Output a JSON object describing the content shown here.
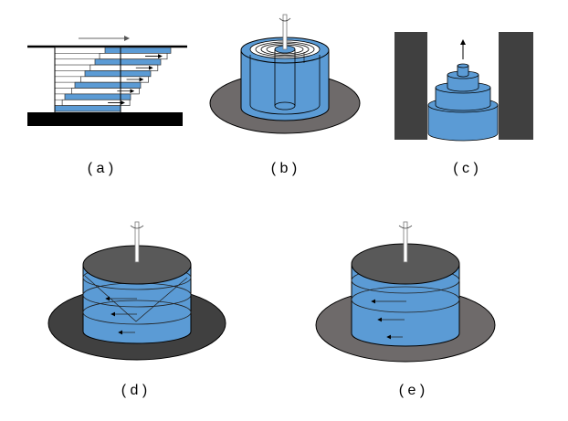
{
  "figure": {
    "panels": [
      {
        "id": "a",
        "label": "( a )",
        "description": "layered strips sheared between top plate and bottom base"
      },
      {
        "id": "b",
        "label": "( b )",
        "description": "concentric cylinders with rotating inner rod"
      },
      {
        "id": "c",
        "label": "( c )",
        "description": "stepped stack extruded upward between two walls"
      },
      {
        "id": "d",
        "label": "( d )",
        "description": "rotating plate over fluid cylinder with cone profile"
      },
      {
        "id": "e",
        "label": "( e )",
        "description": "rotating plate over fluid cylinder with parallel layers"
      }
    ],
    "colors": {
      "fluid_blue": "#5b9bd5",
      "dark_gray": "#404040",
      "base_gray": "#6e6a6a",
      "plate_gray": "#595959",
      "black": "#000000",
      "white": "#ffffff"
    }
  }
}
